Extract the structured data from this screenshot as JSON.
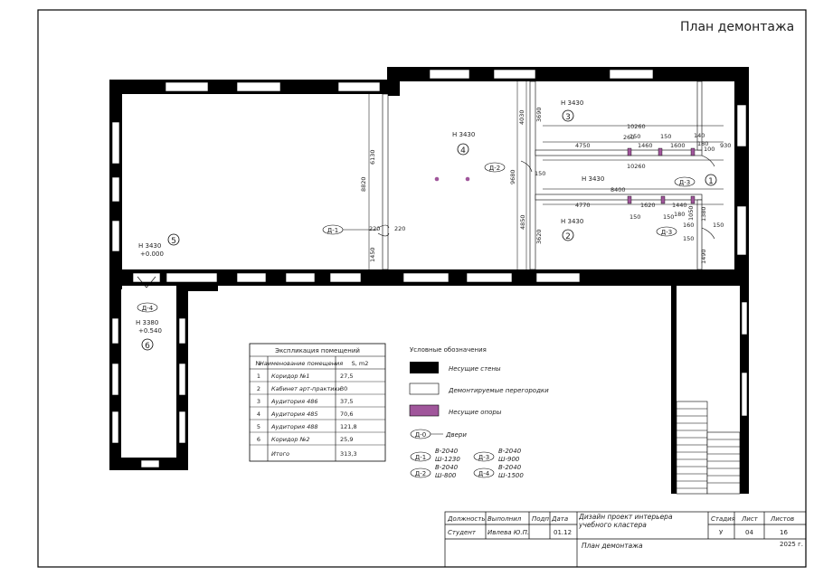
{
  "sheet": {
    "title": "План демонтажа"
  },
  "rooms": [
    {
      "num": "1",
      "height": ""
    },
    {
      "num": "2",
      "height": "Н 3430"
    },
    {
      "num": "3",
      "height": "Н 3430"
    },
    {
      "num": "4",
      "height": "Н 3430"
    },
    {
      "num": "5",
      "height": "Н 3430",
      "level": "+0.000"
    },
    {
      "num": "6",
      "height": "Н 3380",
      "level": "+0.540"
    }
  ],
  "corridor1": {
    "height": "Н 3430"
  },
  "dimensions": {
    "d4030": "4030",
    "d3690": "3690",
    "d10260a": "10260",
    "d10260b": "10260",
    "d4750": "4750",
    "d150a": "150",
    "d260": "260",
    "d1460": "1460",
    "d150b": "150",
    "d1600": "1600",
    "d140": "140",
    "d180a": "180",
    "d100": "100",
    "d930": "930",
    "d6130": "6130",
    "d8820": "8820",
    "d9680": "9680",
    "d150c": "150",
    "d8400": "8400",
    "d4770": "4770",
    "d1620": "1620",
    "d1440": "1440",
    "d150d": "150",
    "d150e": "150",
    "d180b": "180",
    "d1050": "1050",
    "d1380": "1380",
    "d160": "160",
    "d150f": "150",
    "d4850": "4850",
    "d3620": "3620",
    "d220a": "220",
    "d220b": "220",
    "d1450": "1450",
    "d150g": "150",
    "d1490": "1490"
  },
  "doors": {
    "d1": "Д-1",
    "d2": "Д-2",
    "d3a": "Д-3",
    "d3b": "Д-3",
    "d4": "Д-4"
  },
  "explication": {
    "title": "Экспликация помещений",
    "headers": [
      "№",
      "Наименование помещения",
      "S, m2"
    ],
    "rows": [
      [
        "1",
        "Коридор №1",
        "27,5"
      ],
      [
        "2",
        "Кабинет арт-практики",
        "30"
      ],
      [
        "3",
        "Аудитория 486",
        "37,5"
      ],
      [
        "4",
        "Аудитория 485",
        "70,6"
      ],
      [
        "5",
        "Аудитория 488",
        "121,8"
      ],
      [
        "6",
        "Коридор №2",
        "25,9"
      ],
      [
        "",
        "Итого",
        "313,3"
      ]
    ]
  },
  "legend": {
    "title": "Условные обозначения",
    "walls": "Несущие стены",
    "partitions": "Демонтируемые перегородки",
    "supports": "Несущие опоры",
    "door_symbol": "Д-0",
    "door_label": "Двери",
    "door_specs": [
      {
        "tag": "Д-1",
        "b": "В-2040",
        "w": "Ш-1230"
      },
      {
        "tag": "Д-2",
        "b": "В-2040",
        "w": "Ш-800"
      },
      {
        "tag": "Д-3",
        "b": "В-2040",
        "w": "Ш-900"
      },
      {
        "tag": "Д-4",
        "b": "В-2040",
        "w": "Ш-1500"
      }
    ]
  },
  "stamp": {
    "h_position": "Должность",
    "h_done": "Выполнил",
    "h_sign": "Подп",
    "h_date": "Дата",
    "project": "Дизайн проект интерьера учебного кластера",
    "h_stage": "Стадия",
    "h_sheet": "Лист",
    "h_sheets": "Листов",
    "position": "Студент",
    "author": "Ивлева Ю.П.",
    "date": "01.12",
    "stage": "У",
    "sheet": "04",
    "sheets": "16",
    "drawing": "План демонтажа",
    "year": "2025 г."
  },
  "colors": {
    "support": "#a0569b",
    "wall": "#000000"
  }
}
